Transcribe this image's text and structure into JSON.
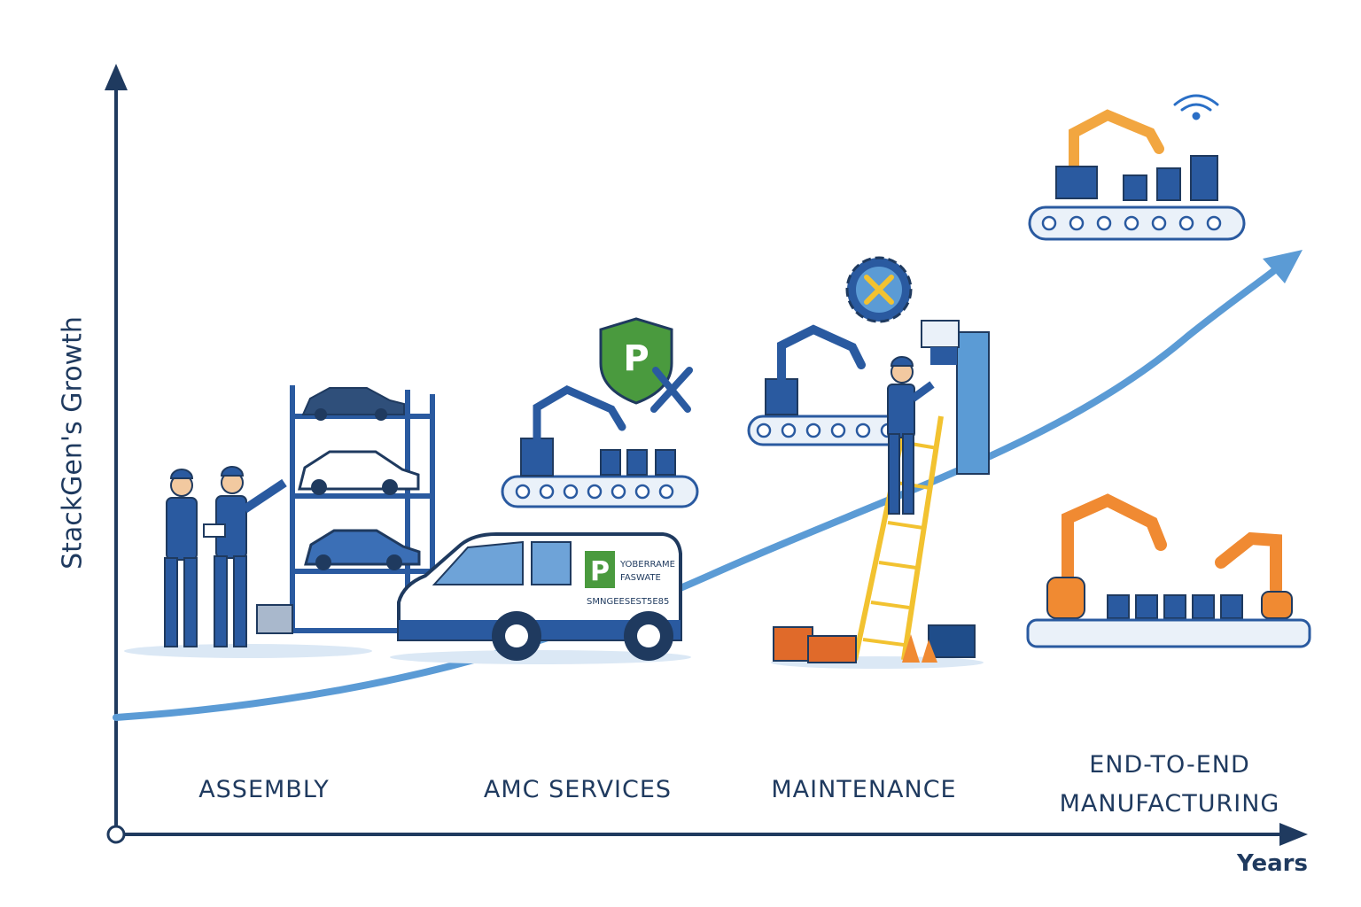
{
  "axes": {
    "y_label": "StackGen's Growth",
    "x_label": "Years"
  },
  "stages": [
    {
      "label": "ASSEMBLY"
    },
    {
      "label": "AMC SERVICES"
    },
    {
      "label": "MAINTENANCE"
    },
    {
      "label": "END-TO-END MANUFACTURING"
    }
  ],
  "van": {
    "badge": "P",
    "line1": "YOBERRAME",
    "line2": "FASWATE",
    "line3": "SMNGEESEST5E85"
  },
  "shield_badge": "P",
  "colors": {
    "axis": "#1f3a5f",
    "growth_curve": "#5b9bd5",
    "primary_blue": "#2a5aa0",
    "accent_orange": "#f08a32",
    "accent_green": "#4a9a3e",
    "ladder_yellow": "#f2c230"
  }
}
